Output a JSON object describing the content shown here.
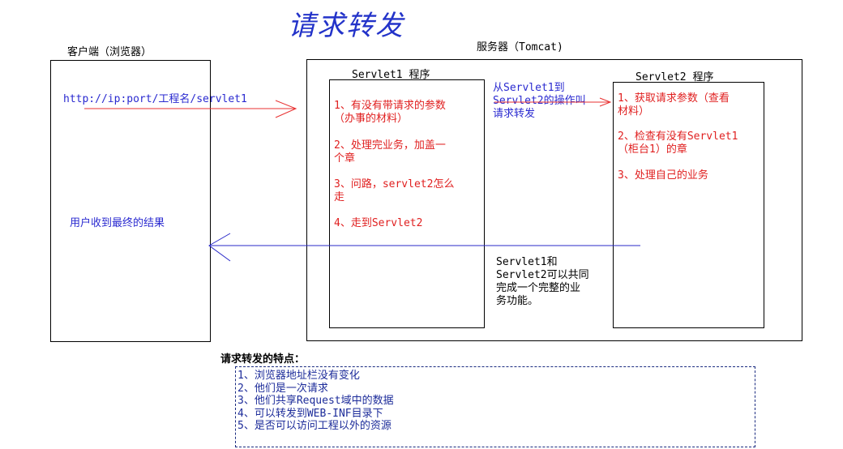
{
  "title": "请求转发",
  "client": {
    "label": "客户端（浏览器）",
    "url": "http://ip:port/工程名/servlet1",
    "result": "用户收到最终的结果"
  },
  "server": {
    "label": "服务器（Tomcat)"
  },
  "servlet1": {
    "label": "Servlet1 程序",
    "steps": [
      [
        "1、有没有带请求的参数",
        "（办事的材料）"
      ],
      [
        "2、处理完业务，加盖一",
        "个章"
      ],
      [
        "3、问路，servlet2怎么",
        "走"
      ],
      [
        "4、走到Servlet2"
      ]
    ]
  },
  "forward_note": [
    "从Servlet1到",
    "Servlet2的操作叫",
    "请求转发"
  ],
  "servlet2": {
    "label": "Servlet2 程序",
    "steps": [
      [
        "1、获取请求参数（查看",
        "材料）"
      ],
      [
        "2、检查有没有Servlet1",
        "（柜台1）的章"
      ],
      [
        "3、处理自己的业务"
      ]
    ]
  },
  "together_note": [
    "Servlet1和",
    "Servlet2可以共同",
    "完成一个完整的业",
    "务功能。"
  ],
  "features": {
    "title": "请求转发的特点：",
    "items": [
      "1、浏览器地址栏没有变化",
      "2、他们是一次请求",
      "3、他们共享Request域中的数据",
      "4、可以转发到WEB-INF目录下",
      "5、是否可以访问工程以外的资源"
    ]
  },
  "colors": {
    "blue": "#2a2ad0",
    "red": "#e02020",
    "arrow_red": "#e83030",
    "arrow_blue": "#2828c8"
  }
}
